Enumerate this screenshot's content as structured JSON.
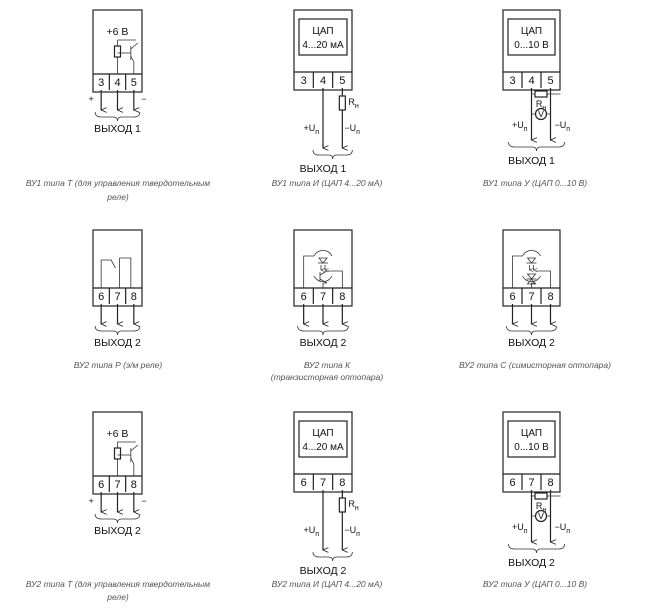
{
  "diagrams": [
    {
      "terminals": [
        "3",
        "4",
        "5"
      ],
      "supply": "+6 В",
      "output_label": "ВЫХОД 1",
      "polarity": [
        "+",
        "−"
      ],
      "caption": [
        "ВУ1 типа Т (для управления твердотельным",
        "реле)"
      ]
    },
    {
      "terminals": [
        "3",
        "4",
        "5"
      ],
      "dac": [
        "ЦАП",
        "4...20 мА"
      ],
      "output_label": "ВЫХОД 1",
      "load": "R",
      "load_sub": "н",
      "plus": "+U",
      "minus": "−U",
      "sub": "п",
      "caption": [
        "ВУ1 типа И (ЦАП 4...20 мА)"
      ]
    },
    {
      "terminals": [
        "3",
        "4",
        "5"
      ],
      "dac": [
        "ЦАП",
        "0...10 В"
      ],
      "output_label": "ВЫХОД 1",
      "load": "R",
      "load_sub": "н",
      "meter": "V",
      "plus": "+U",
      "minus": "−U",
      "sub": "п",
      "caption": [
        "ВУ1 типа У (ЦАП 0...10 В)"
      ]
    },
    {
      "terminals": [
        "6",
        "7",
        "8"
      ],
      "output_label": "ВЫХОД 2",
      "caption": [
        "ВУ2 типа Р (э/м реле)"
      ]
    },
    {
      "terminals": [
        "6",
        "7",
        "8"
      ],
      "output_label": "ВЫХОД 2",
      "caption": [
        "ВУ2 типа К",
        "(транзисторная оптопара)"
      ]
    },
    {
      "terminals": [
        "6",
        "7",
        "8"
      ],
      "output_label": "ВЫХОД 2",
      "caption": [
        "ВУ2 типа С (симисторная оптопара)"
      ]
    },
    {
      "terminals": [
        "6",
        "7",
        "8"
      ],
      "supply": "+6 В",
      "output_label": "ВЫХОД 2",
      "polarity": [
        "+",
        "−"
      ],
      "caption": [
        "ВУ2 типа Т (для управления твердотельным",
        "реле)"
      ]
    },
    {
      "terminals": [
        "6",
        "7",
        "8"
      ],
      "dac": [
        "ЦАП",
        "4...20 мА"
      ],
      "output_label": "ВЫХОД 2",
      "load": "R",
      "load_sub": "н",
      "plus": "+U",
      "minus": "−U",
      "sub": "п",
      "caption": [
        "ВУ2 типа И (ЦАП 4...20 мА)"
      ]
    },
    {
      "terminals": [
        "6",
        "7",
        "8"
      ],
      "dac": [
        "ЦАП",
        "0...10 В"
      ],
      "output_label": "ВЫХОД 2",
      "load": "R",
      "load_sub": "н",
      "meter": "V",
      "plus": "+U",
      "minus": "−U",
      "sub": "п",
      "caption": [
        "ВУ2 типа У (ЦАП 0...10 В)"
      ]
    }
  ]
}
